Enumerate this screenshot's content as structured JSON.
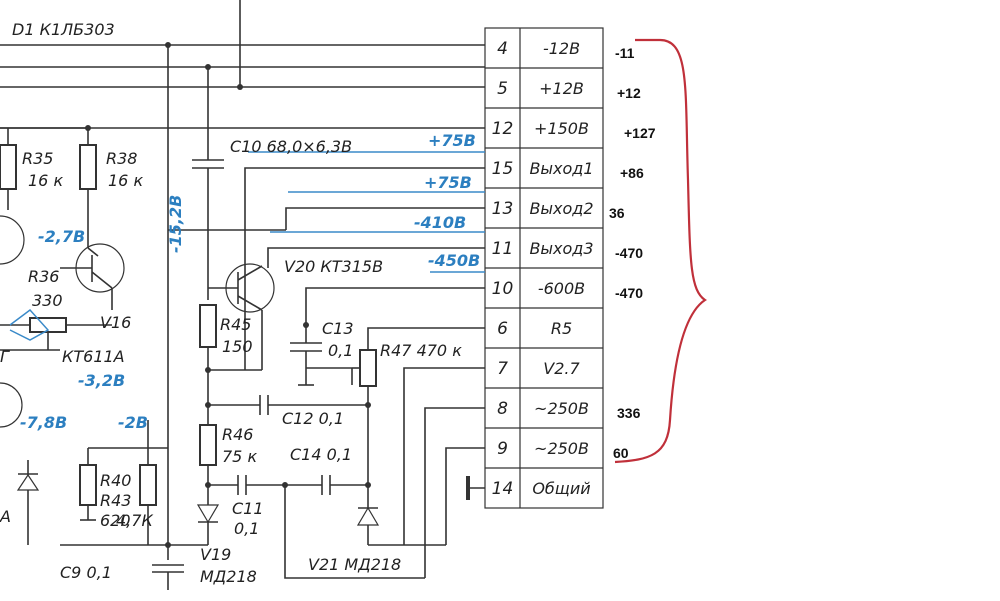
{
  "chip_label": "D1  К1ЛБ303",
  "connector": {
    "rows": [
      {
        "pin": "4",
        "function": "-12В",
        "measured": "-11"
      },
      {
        "pin": "5",
        "function": "+12В",
        "measured": "+12"
      },
      {
        "pin": "12",
        "function": "+150В",
        "measured": "+127"
      },
      {
        "pin": "15",
        "function": "Выход1",
        "measured": "+86"
      },
      {
        "pin": "13",
        "function": "Выход2",
        "measured": "36"
      },
      {
        "pin": "11",
        "function": "Выход3",
        "measured": "-470"
      },
      {
        "pin": "10",
        "function": "-600В",
        "measured": "-470"
      },
      {
        "pin": "6",
        "function": "R5",
        "measured": ""
      },
      {
        "pin": "7",
        "function": "V2.7",
        "measured": ""
      },
      {
        "pin": "8",
        "function": "~250В",
        "measured": "336"
      },
      {
        "pin": "9",
        "function": "~250В",
        "measured": "60"
      },
      {
        "pin": "14",
        "function": "Общий",
        "measured": ""
      }
    ]
  },
  "line_voltages": {
    "pin12": "+75В",
    "pin15": "+75В",
    "pin13": "-410В",
    "pin11": "-450В"
  },
  "node_voltages": {
    "v16_base": "-2,7В",
    "kt611_out": "-3,2В",
    "left_lower": "-7,8В",
    "r43_top": "-2В",
    "v19_node": "-15,2В"
  },
  "components": {
    "r35": {
      "ref": "R35",
      "value": "16 к"
    },
    "r38": {
      "ref": "R38",
      "value": "16 к"
    },
    "r36": {
      "ref": "R36",
      "value": "330"
    },
    "v16": {
      "ref": "V16",
      "type": "КТ611А"
    },
    "c10": {
      "label": "C10  68,0×6,3В"
    },
    "v20": {
      "label": "V20  КТ315В"
    },
    "r45": {
      "ref": "R45",
      "value": "150"
    },
    "c13": {
      "ref": "C13",
      "value": "0,1"
    },
    "r47": {
      "label": "R47 470 к"
    },
    "c12": {
      "label": "C12  0,1"
    },
    "r46": {
      "ref": "R46",
      "value": "75 к"
    },
    "c14": {
      "label": "C14  0,1"
    },
    "c11": {
      "ref": "C11",
      "value": "0,1"
    },
    "v19": {
      "ref": "V19",
      "type": "МД218"
    },
    "v21": {
      "label": "V21  МД218"
    },
    "r40": {
      "ref": "R40",
      "value": "620"
    },
    "r43": {
      "ref": "R43",
      "value": "4,7К"
    },
    "c9": {
      "label": "C9  0,1"
    },
    "left_partial": {
      "g": "Г",
      "a": "А"
    }
  }
}
